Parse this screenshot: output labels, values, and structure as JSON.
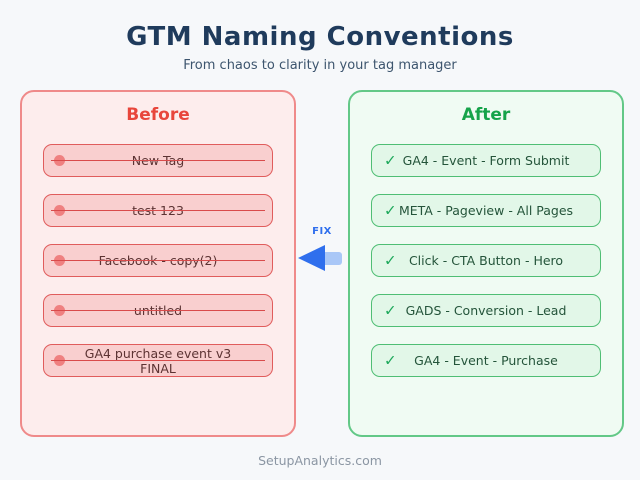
{
  "header": {
    "title": "GTM Naming Conventions",
    "subtitle": "From chaos to clarity in your tag manager"
  },
  "before_panel": {
    "title": "Before",
    "items": [
      "New Tag",
      "test 123",
      "Facebook - copy(2)",
      "untitled",
      "GA4 purchase event v3 FINAL"
    ]
  },
  "after_panel": {
    "title": "After",
    "items": [
      "GA4 - Event - Form Submit",
      "META - Pageview - All Pages",
      "Click - CTA Button - Hero",
      "GADS - Conversion - Lead",
      "GA4 - Event - Purchase"
    ]
  },
  "arrow": {
    "label": "FIX"
  },
  "icons": {
    "check": "✓"
  },
  "footer": {
    "text": "SetupAnalytics.com"
  },
  "colors": {
    "title_navy": "#1f3b5c",
    "before_red": "#e8463c",
    "after_green": "#16a34a",
    "arrow_blue": "#2f6fed",
    "background": "#f6f8fa"
  }
}
